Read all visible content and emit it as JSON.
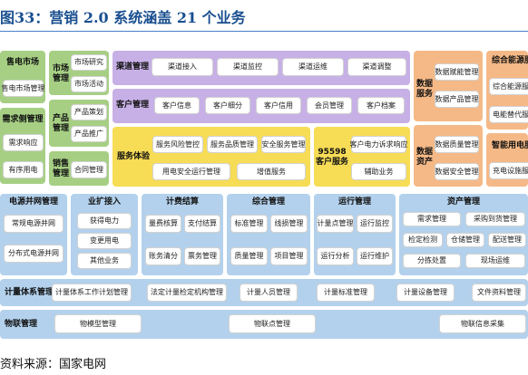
{
  "figure_title": "图33：营销 2.0 系统涵盖 21 个业务",
  "source": "资料来源：国家电网",
  "sections": {
    "shoudian": {
      "title": "售电市场",
      "items": [
        "售电市场管理"
      ]
    },
    "demand": {
      "title": "需求侧管理",
      "items": [
        "需求响应",
        "有序用电"
      ]
    },
    "market": {
      "title_l1": "市场",
      "title_l2": "管理",
      "items": [
        "市场研究",
        "市场活动"
      ]
    },
    "product": {
      "title_l1": "产品",
      "title_l2": "管理",
      "items": [
        "产品策划",
        "产品推广"
      ]
    },
    "contract": {
      "title_l1": "销售",
      "title_l2": "管理",
      "items": [
        "合同管理"
      ]
    },
    "channel": {
      "title": "渠道管理",
      "items": [
        "渠道接入",
        "渠道监控",
        "渠道运维",
        "渠道调整"
      ]
    },
    "customer": {
      "title": "客户管理",
      "items": [
        "客户信息",
        "客户细分",
        "客户信用",
        "会员管理",
        "客户档案"
      ]
    },
    "experience": {
      "title": "服务体验",
      "items": [
        "服务风险管控",
        "服务品质管理",
        "安全服务管理",
        "用电安全运行管理",
        "增值服务"
      ]
    },
    "service95598": {
      "title_l1": "95598",
      "title_l2": "客户服务",
      "items": [
        "客户电力诉求响应",
        "辅助业务"
      ]
    },
    "dataservice": {
      "title_l1": "数据",
      "title_l2": "服务",
      "items": [
        "数据赋能管理",
        "数据产品管理"
      ]
    },
    "dataasset": {
      "title_l1": "数据",
      "title_l2": "资产",
      "items": [
        "数据质量管理",
        "数据安全管理"
      ]
    },
    "energy": {
      "title": "综合能源服务",
      "items": [
        "综合能源服务",
        "电能替代服务"
      ]
    },
    "ev": {
      "title": "智能用电服务",
      "items": [
        "充电设施服务"
      ]
    },
    "grid": {
      "title": "电源并网管理",
      "items": [
        "常规电源并网",
        "分布式电源并网"
      ]
    },
    "expansion": {
      "title": "业扩接入",
      "items": [
        "获得电力",
        "变更用电",
        "其他业务"
      ]
    },
    "billing": {
      "title": "计费结算",
      "items": [
        "量费核算",
        "支付结算",
        "账务清分",
        "票务管理"
      ]
    },
    "comprehensive": {
      "title": "综合管理",
      "items": [
        "标准管理",
        "线损管理",
        "质量管理",
        "项目管理"
      ]
    },
    "operation": {
      "title": "运行管理",
      "items": [
        "计量点管理",
        "运行监控",
        "运行分析",
        "运行维护"
      ]
    },
    "asset": {
      "title": "资产管理",
      "items": [
        "需求管理",
        "采购到货管理",
        "检定检测",
        "仓储管理",
        "配送管理",
        "分拣处置",
        "现场运维"
      ]
    },
    "metering": {
      "title": "计量体系管理",
      "items": [
        "计量体系工作计划管理",
        "法定计量检定机构管理",
        "计量人员管理",
        "计量标准管理",
        "计量设备管理",
        "文件资料管理"
      ]
    },
    "iot": {
      "title": "物联管理",
      "items": [
        "物模型管理",
        "物联点管理",
        "物联信息采集"
      ]
    }
  }
}
